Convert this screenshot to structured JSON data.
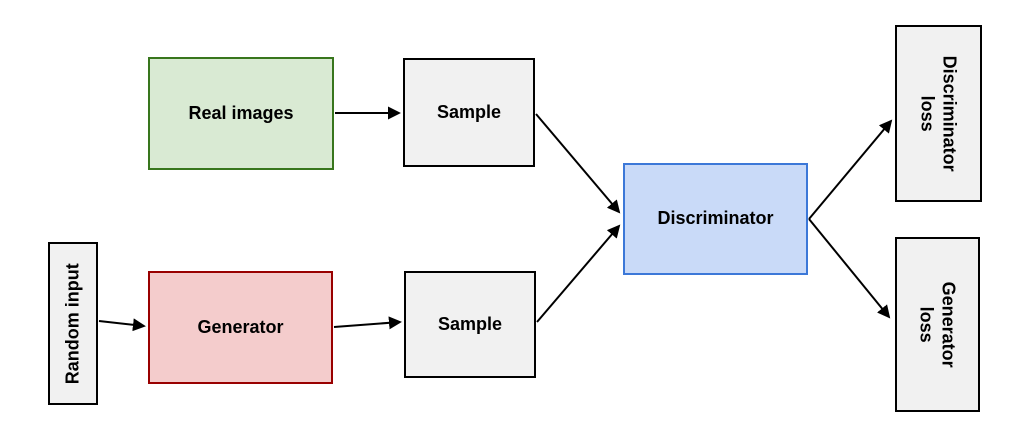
{
  "diagram": {
    "type": "flowchart",
    "description": "Generative adversarial network (GAN) architecture diagram",
    "background_color": "#ffffff",
    "arrow_color": "#000000",
    "nodes": [
      {
        "id": "real-images",
        "label": "Real images",
        "fill": "#d9ead3",
        "border": "#38761d",
        "text_rotation": 0
      },
      {
        "id": "sample-top",
        "label": "Sample",
        "fill": "#f1f1f1",
        "border": "#000000",
        "text_rotation": 0
      },
      {
        "id": "random-input",
        "label": "Random input",
        "fill": "#f1f1f1",
        "border": "#000000",
        "text_rotation": -90
      },
      {
        "id": "generator",
        "label": "Generator",
        "fill": "#f4cccc",
        "border": "#990000",
        "text_rotation": 0
      },
      {
        "id": "sample-bottom",
        "label": "Sample",
        "fill": "#f1f1f1",
        "border": "#000000",
        "text_rotation": 0
      },
      {
        "id": "discriminator",
        "label": "Discriminator",
        "fill": "#c9daf8",
        "border": "#3c78d8",
        "text_rotation": 0
      },
      {
        "id": "discriminator-loss",
        "label": "Discriminator loss",
        "fill": "#f1f1f1",
        "border": "#000000",
        "text_rotation": 90
      },
      {
        "id": "generator-loss",
        "label": "Generator loss",
        "fill": "#f1f1f1",
        "border": "#000000",
        "text_rotation": 90
      }
    ],
    "edges": [
      {
        "from": "real-images",
        "to": "sample-top"
      },
      {
        "from": "sample-top",
        "to": "discriminator"
      },
      {
        "from": "random-input",
        "to": "generator"
      },
      {
        "from": "generator",
        "to": "sample-bottom"
      },
      {
        "from": "sample-bottom",
        "to": "discriminator"
      },
      {
        "from": "discriminator",
        "to": "discriminator-loss"
      },
      {
        "from": "discriminator",
        "to": "generator-loss"
      }
    ]
  }
}
